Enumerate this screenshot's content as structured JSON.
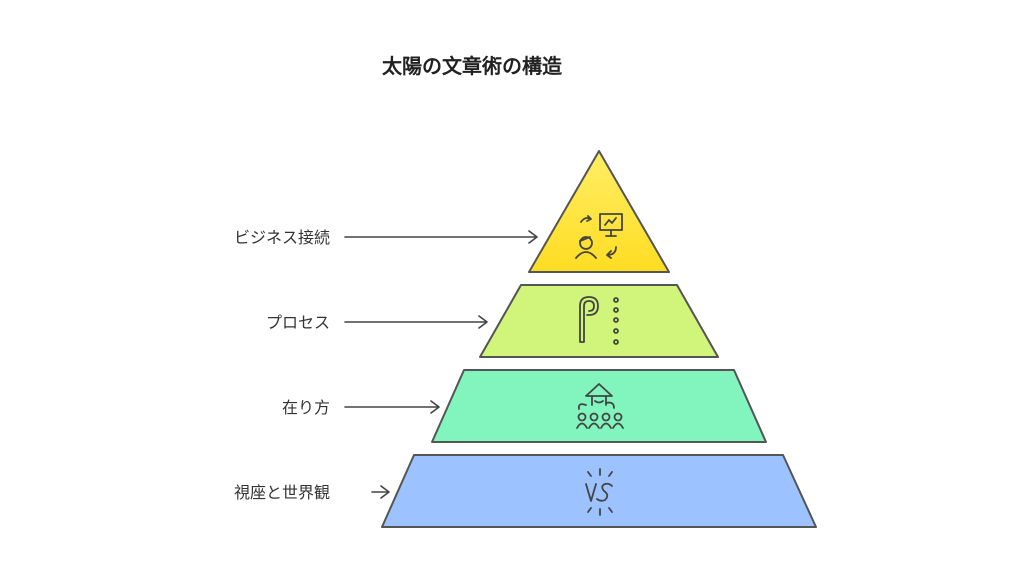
{
  "title": "太陽の文章術の構造",
  "tiers": [
    {
      "label": "ビジネス接続",
      "color": "#FFE12E",
      "icon": "business-presentation-icon"
    },
    {
      "label": "プロセス",
      "color": "#D1F57A",
      "icon": "process-steps-icon"
    },
    {
      "label": "在り方",
      "color": "#82F5BE",
      "icon": "community-house-icon"
    },
    {
      "label": "視座と世界観",
      "color": "#9CC2FF",
      "icon": "versus-icon"
    }
  ]
}
